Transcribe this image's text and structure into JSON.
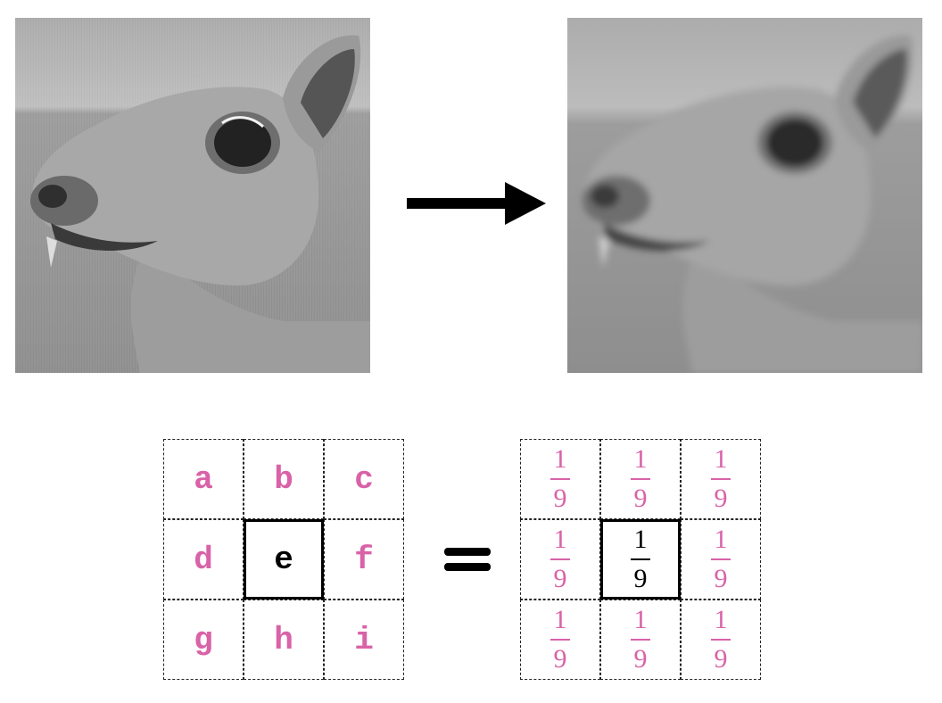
{
  "letter_kernel": [
    "a",
    "b",
    "c",
    "d",
    "e",
    "f",
    "g",
    "h",
    "i"
  ],
  "weight_kernel": [
    {
      "num": "1",
      "den": "9"
    },
    {
      "num": "1",
      "den": "9"
    },
    {
      "num": "1",
      "den": "9"
    },
    {
      "num": "1",
      "den": "9"
    },
    {
      "num": "1",
      "den": "9"
    },
    {
      "num": "1",
      "den": "9"
    },
    {
      "num": "1",
      "den": "9"
    },
    {
      "num": "1",
      "den": "9"
    },
    {
      "num": "1",
      "den": "9"
    }
  ],
  "colors": {
    "accent": "#d962a8",
    "center": "#000000"
  },
  "icons": {
    "arrow": "right-arrow-icon",
    "equals": "equals-icon"
  }
}
